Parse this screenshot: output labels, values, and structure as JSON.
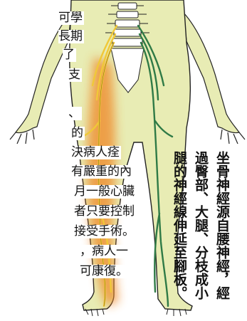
{
  "article": {
    "lines": [
      "可學",
      "長期",
      "了",
      "支",
      "、",
      "的",
      "決病人痊",
      "有嚴重的內",
      "月一般心臟",
      "者只要控制",
      "接受手術。",
      "，病人一",
      "可康復。"
    ]
  },
  "caption": {
    "columns": [
      "坐骨神經源自腰神經，經",
      "過臀部、大腿、分枝成小",
      "腿的神經線伸延至腳板。"
    ]
  },
  "colors": {
    "skin": "#e8ecb4",
    "skin_outline": "#222222",
    "pain_glow": "#ef8a2c",
    "left_nerve": "#f0c838",
    "right_nerve": "#2f7a46",
    "bone": "#ffffff"
  }
}
